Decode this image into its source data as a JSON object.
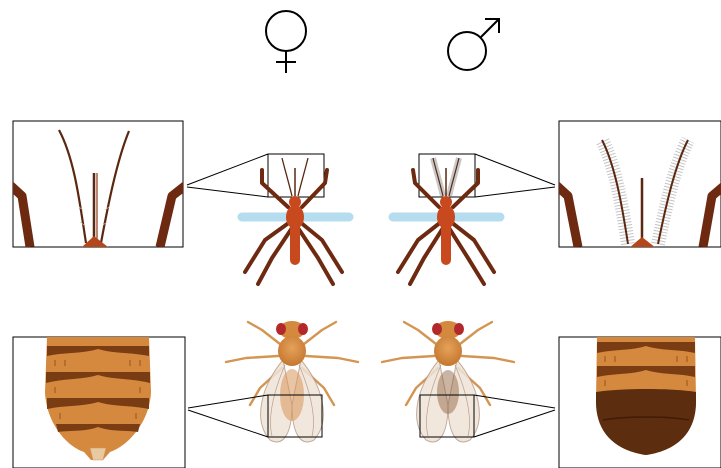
{
  "figure": {
    "sex_symbols": {
      "female": "♀",
      "male": "♂"
    },
    "colors": {
      "antenna_brown": "#6b2a12",
      "mosquito_body": "#c9491e",
      "mosquito_leg": "#6e2a10",
      "wing_blue": "#b5dcef",
      "fly_body": "#d5893e",
      "fly_band": "#7a3c12",
      "fly_eye": "#b3282b",
      "male_tip": "#5c2d0e",
      "plume_gray": "#9a9a9a",
      "outline": "#000000"
    },
    "icons": [
      "female-symbol-icon",
      "male-symbol-icon",
      "female-mosquito-icon",
      "male-mosquito-icon",
      "female-fly-icon",
      "male-fly-icon",
      "female-antenna-zoom",
      "male-antenna-zoom",
      "female-abdomen-zoom",
      "male-abdomen-zoom"
    ]
  }
}
